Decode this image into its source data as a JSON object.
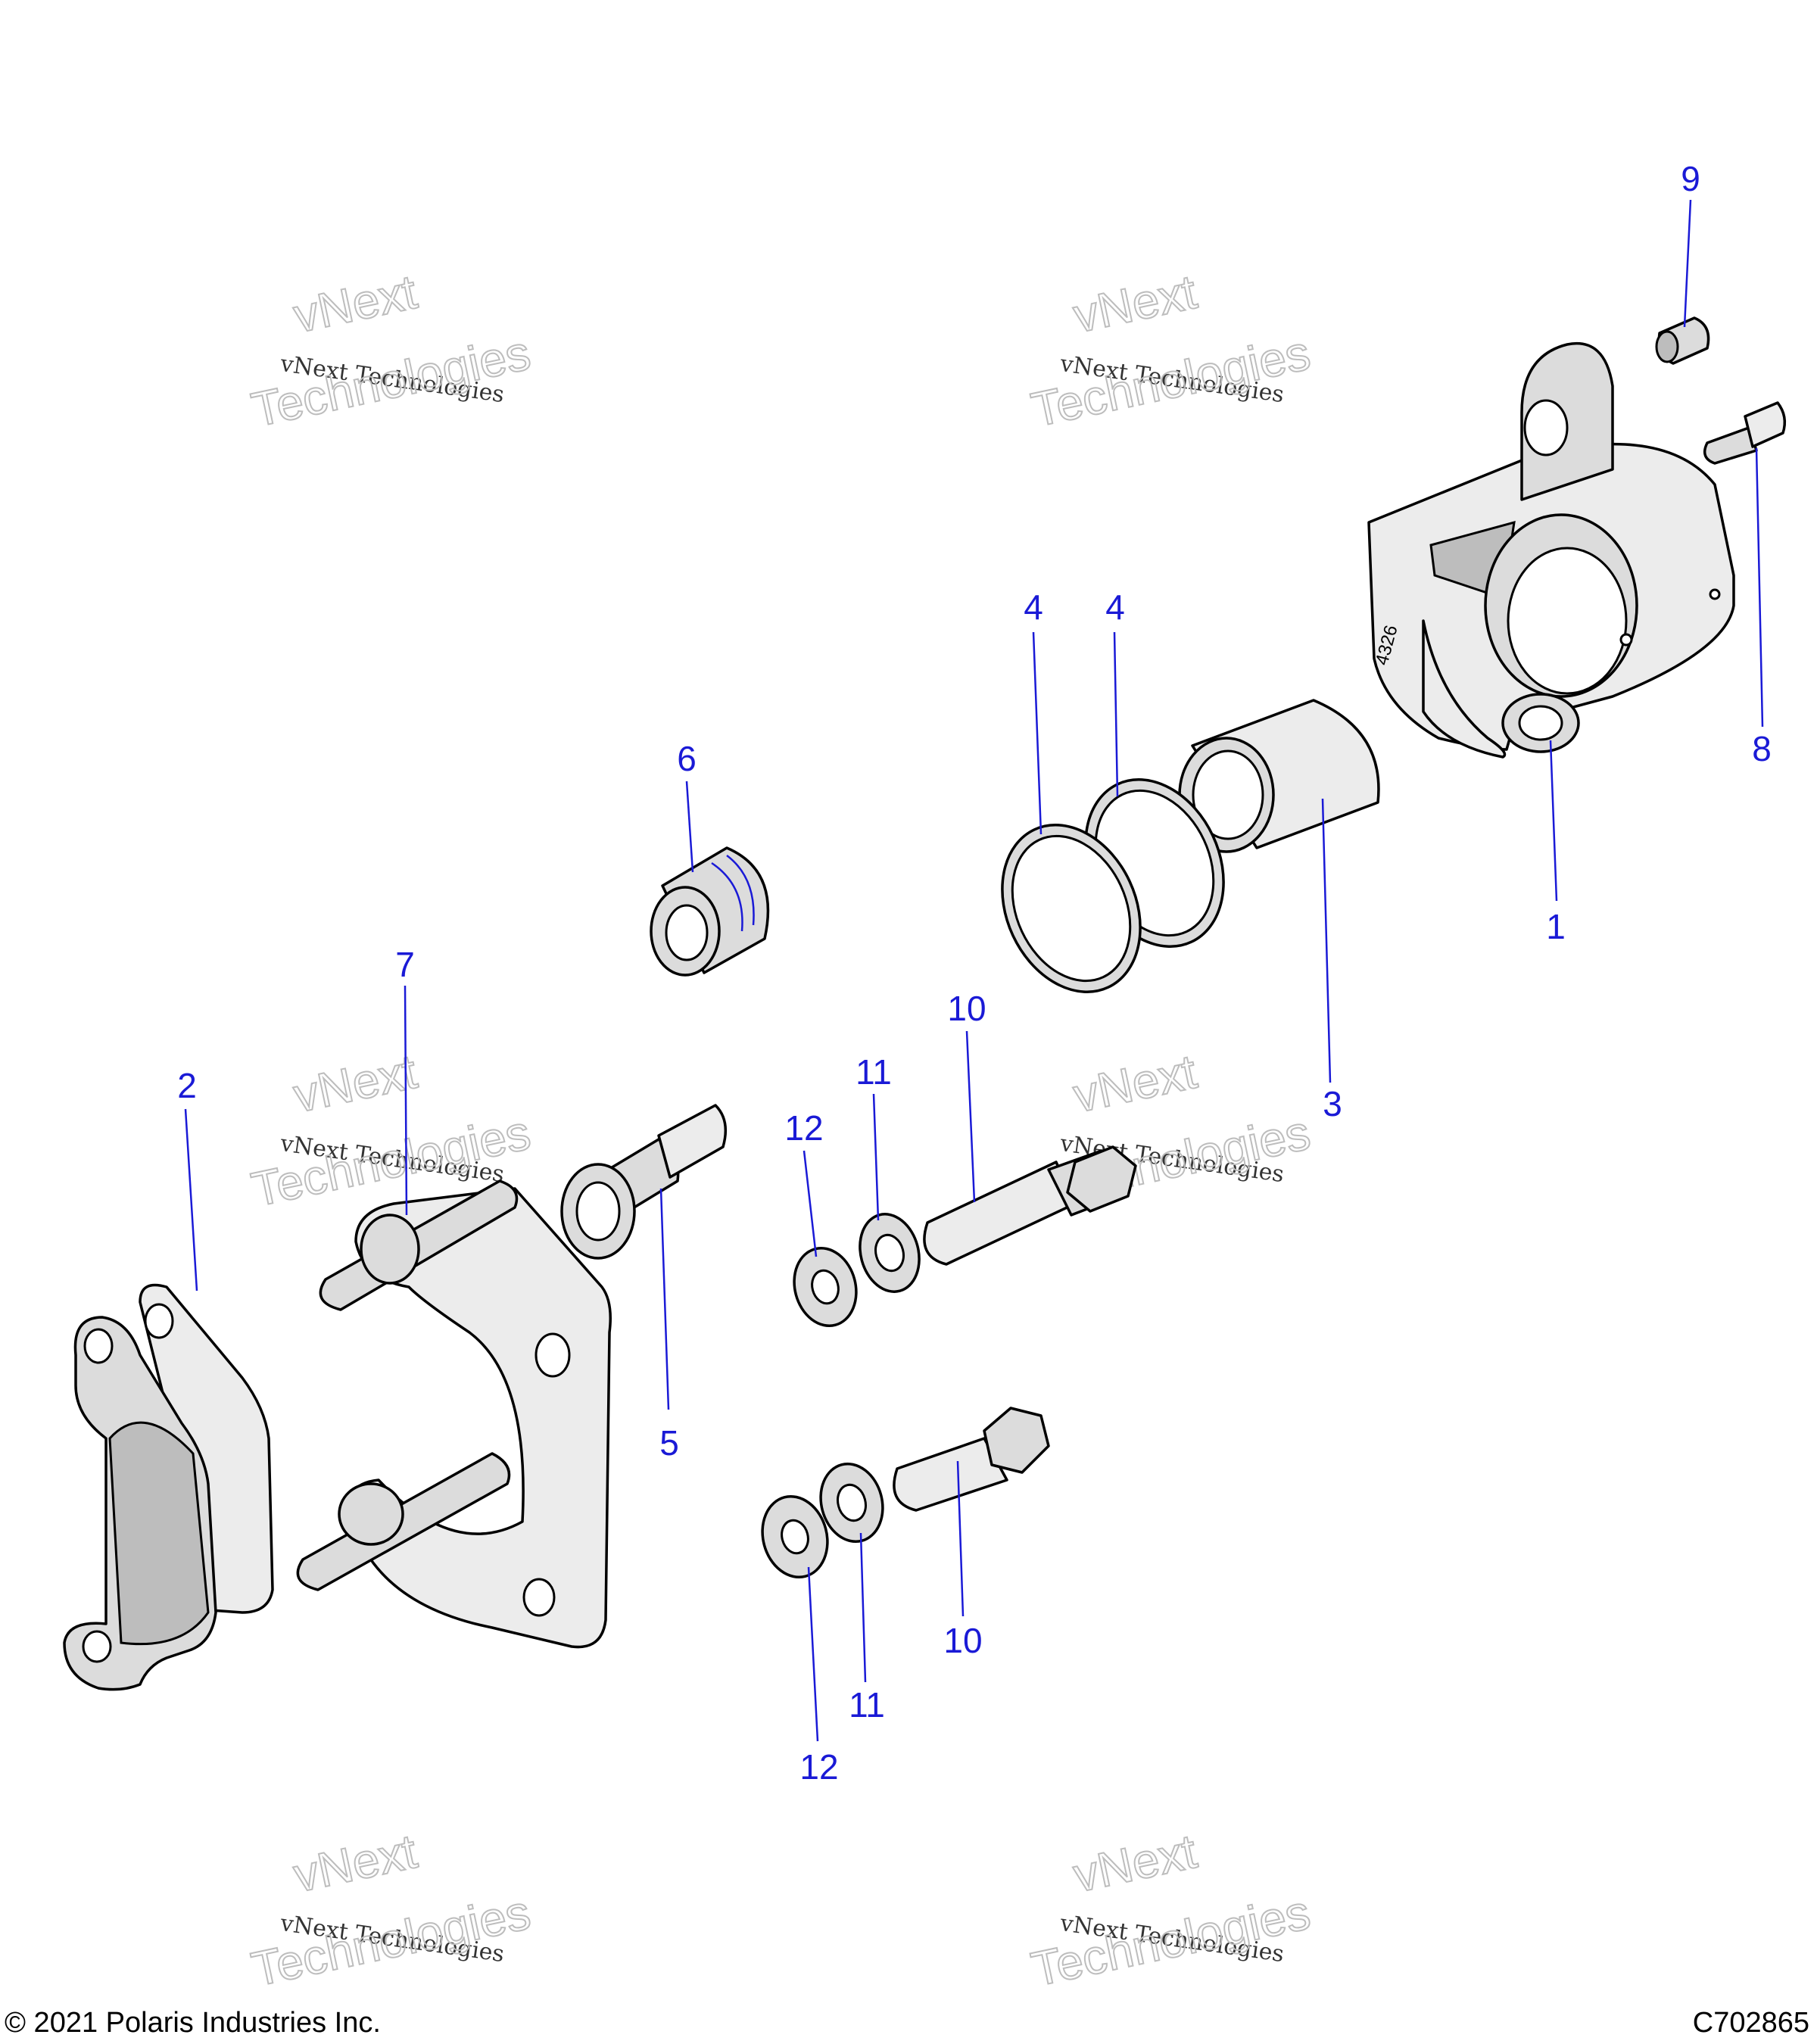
{
  "watermark": {
    "line_small": "vNext Technologies",
    "word_top": "vNext",
    "word_bottom": "Technologies"
  },
  "footer": {
    "copyright": "© 2021 Polaris Industries Inc.",
    "figure_code": "C702865"
  },
  "caliper_marking": "4326",
  "callouts": [
    "1",
    "2",
    "3",
    "4",
    "4",
    "5",
    "6",
    "7",
    "8",
    "9",
    "10",
    "10",
    "11",
    "11",
    "12",
    "12"
  ]
}
